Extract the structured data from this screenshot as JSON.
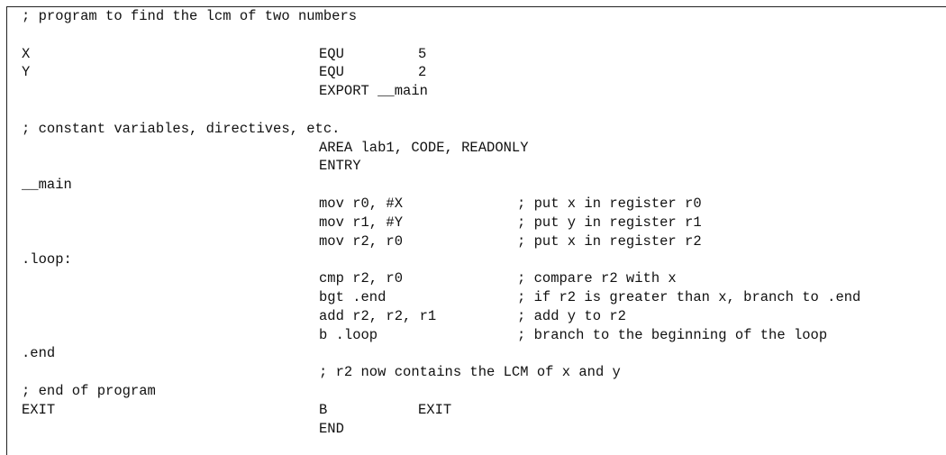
{
  "lines": [
    {
      "label": "; program to find the lcm of two numbers",
      "op": "",
      "arg": "",
      "comment": ""
    },
    {
      "label": "",
      "op": "",
      "arg": "",
      "comment": ""
    },
    {
      "label": "X",
      "op": "EQU",
      "arg": "5",
      "comment": ""
    },
    {
      "label": "Y",
      "op": "EQU",
      "arg": "2",
      "comment": ""
    },
    {
      "label": "",
      "op": "EXPORT __main",
      "arg": "",
      "comment": ""
    },
    {
      "label": "",
      "op": "",
      "arg": "",
      "comment": ""
    },
    {
      "label": "; constant variables, directives, etc.",
      "op": "",
      "arg": "",
      "comment": ""
    },
    {
      "label": "",
      "op": "AREA lab1, CODE, READONLY",
      "arg": "",
      "comment": ""
    },
    {
      "label": "",
      "op": "ENTRY",
      "arg": "",
      "comment": ""
    },
    {
      "label": "__main",
      "op": "",
      "arg": "",
      "comment": ""
    },
    {
      "label": "",
      "op": "mov r0, #X",
      "arg": "",
      "comment": "; put x in register r0"
    },
    {
      "label": "",
      "op": "mov r1, #Y",
      "arg": "",
      "comment": "; put y in register r1"
    },
    {
      "label": "",
      "op": "mov r2, r0",
      "arg": "",
      "comment": "; put x in register r2"
    },
    {
      "label": ".loop:",
      "op": "",
      "arg": "",
      "comment": ""
    },
    {
      "label": "",
      "op": "cmp r2, r0",
      "arg": "",
      "comment": "; compare r2 with x"
    },
    {
      "label": "",
      "op": "bgt .end",
      "arg": "",
      "comment": "; if r2 is greater than x, branch to .end"
    },
    {
      "label": "",
      "op": "add r2, r2, r1",
      "arg": "",
      "comment": "; add y to r2"
    },
    {
      "label": "",
      "op": "b .loop",
      "arg": "",
      "comment": "; branch to the beginning of the loop"
    },
    {
      "label": ".end",
      "op": "",
      "arg": "",
      "comment": ""
    },
    {
      "label": "",
      "op": "; r2 now contains the LCM of x and y",
      "arg": "",
      "comment": ""
    },
    {
      "label": "; end of program",
      "op": "",
      "arg": "",
      "comment": ""
    },
    {
      "label": "EXIT",
      "op": "B",
      "arg": "EXIT",
      "comment": ""
    },
    {
      "label": "",
      "op": "END",
      "arg": "",
      "comment": ""
    }
  ]
}
